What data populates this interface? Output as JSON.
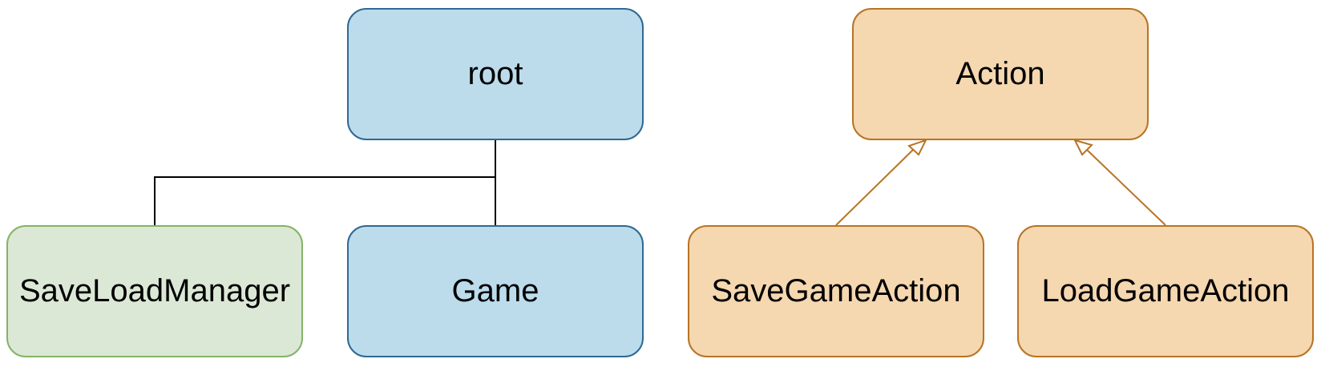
{
  "nodes": {
    "root": {
      "label": "root"
    },
    "save_load_manager": {
      "label": "SaveLoadManager"
    },
    "game": {
      "label": "Game"
    },
    "action": {
      "label": "Action"
    },
    "save_game_action": {
      "label": "SaveGameAction"
    },
    "load_game_action": {
      "label": "LoadGameAction"
    }
  },
  "colors": {
    "blue_fill": "#bcdcec",
    "blue_stroke": "#2f6893",
    "green_fill": "#dce8d6",
    "green_stroke": "#84b366",
    "orange_fill": "#f5d7b0",
    "orange_stroke": "#b87424",
    "edge_black": "#000000"
  },
  "edges": [
    {
      "from": "root",
      "to": "save_load_manager",
      "style": "tree"
    },
    {
      "from": "root",
      "to": "game",
      "style": "tree"
    },
    {
      "from": "save_game_action",
      "to": "action",
      "style": "inheritance-arrow"
    },
    {
      "from": "load_game_action",
      "to": "action",
      "style": "inheritance-arrow"
    }
  ]
}
